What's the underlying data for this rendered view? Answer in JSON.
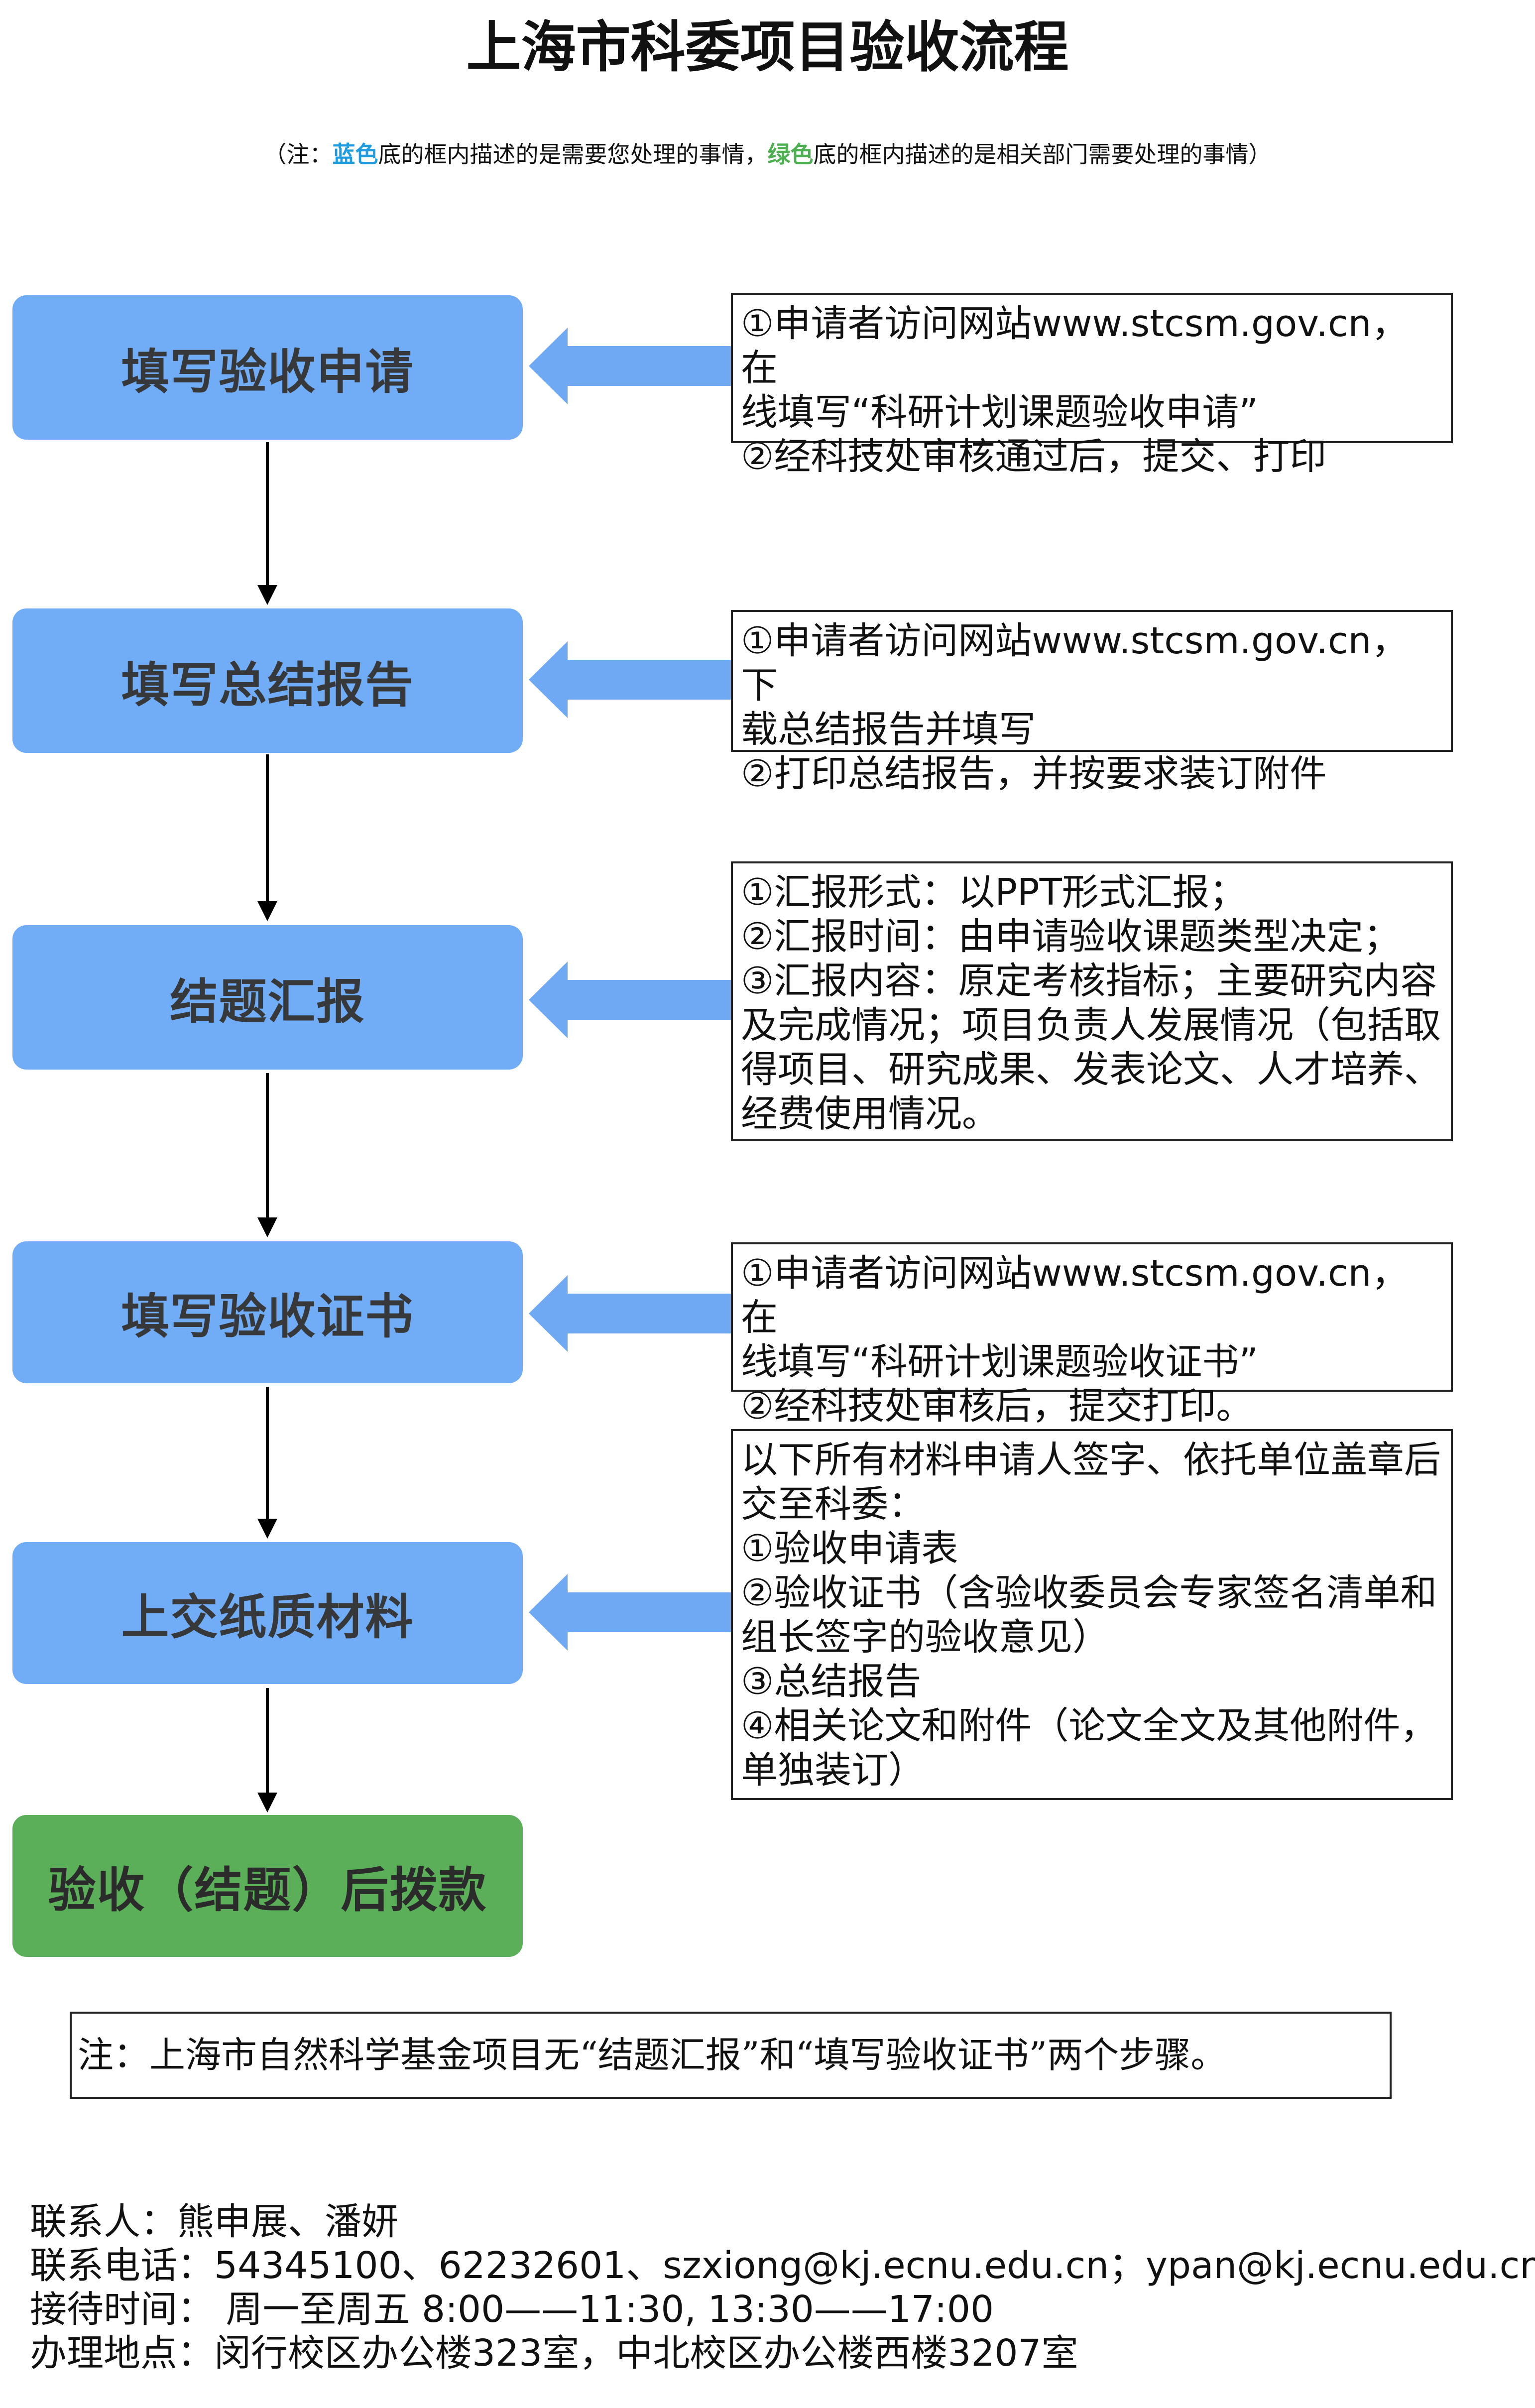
{
  "title": "上海市科委项目验收流程",
  "legend": {
    "prefix": "（注：",
    "blue_word": "蓝色",
    "blue_text": "底的框内描述的是需要您处理的事情，",
    "green_word": "绿色",
    "green_text": "底的框内描述的是相关部门需要处理的事情）"
  },
  "colors": {
    "blue_step": "#71adf7",
    "green_step": "#5aaf58",
    "arrow_fill": "#6fa8f3",
    "legend_blue": "#1f9be0",
    "legend_green": "#4caf50"
  },
  "steps": [
    {
      "label": "填写验收申请",
      "color": "blue",
      "desc": [
        "①申请者访问网站www.stcsm.gov.cn，在",
        "线填写“科研计划课题验收申请”",
        "②经科技处审核通过后，提交、打印"
      ]
    },
    {
      "label": "填写总结报告",
      "color": "blue",
      "desc": [
        "①申请者访问网站www.stcsm.gov.cn，下",
        "载总结报告并填写",
        "②打印总结报告，并按要求装订附件"
      ]
    },
    {
      "label": "结题汇报",
      "color": "blue",
      "desc": [
        "①汇报形式：以PPT形式汇报；",
        "②汇报时间：由申请验收课题类型决定；",
        "③汇报内容：原定考核指标；主要研究内容",
        "及完成情况；项目负责人发展情况（包括取",
        "得项目、研究成果、发表论文、人才培养、",
        "经费使用情况。"
      ]
    },
    {
      "label": "填写验收证书",
      "color": "blue",
      "desc": [
        "①申请者访问网站www.stcsm.gov.cn，在",
        "线填写“科研计划课题验收证书”",
        "②经科技处审核后，提交打印。"
      ]
    },
    {
      "label": "上交纸质材料",
      "color": "blue",
      "desc": [
        "以下所有材料申请人签字、依托单位盖章后",
        "交至科委：",
        "①验收申请表",
        "②验收证书（含验收委员会专家签名清单和",
        "组长签字的验收意见）",
        "③总结报告",
        "④相关论文和附件（论文全文及其他附件，",
        "单独装订）"
      ]
    },
    {
      "label": "验收（结题）后拨款",
      "color": "green",
      "desc": []
    }
  ],
  "note": "注：上海市自然科学基金项目无“结题汇报”和“填写验收证书”两个步骤。",
  "contacts": [
    "联系人：熊申展、潘妍",
    "联系电话：54345100、62232601、szxiong@kj.ecnu.edu.cn；ypan@kj.ecnu.edu.cn",
    "接待时间：  周一至周五 8:00——11:30, 13:30——17:00",
    "办理地点：闵行校区办公楼323室，中北校区办公楼西楼3207室"
  ]
}
